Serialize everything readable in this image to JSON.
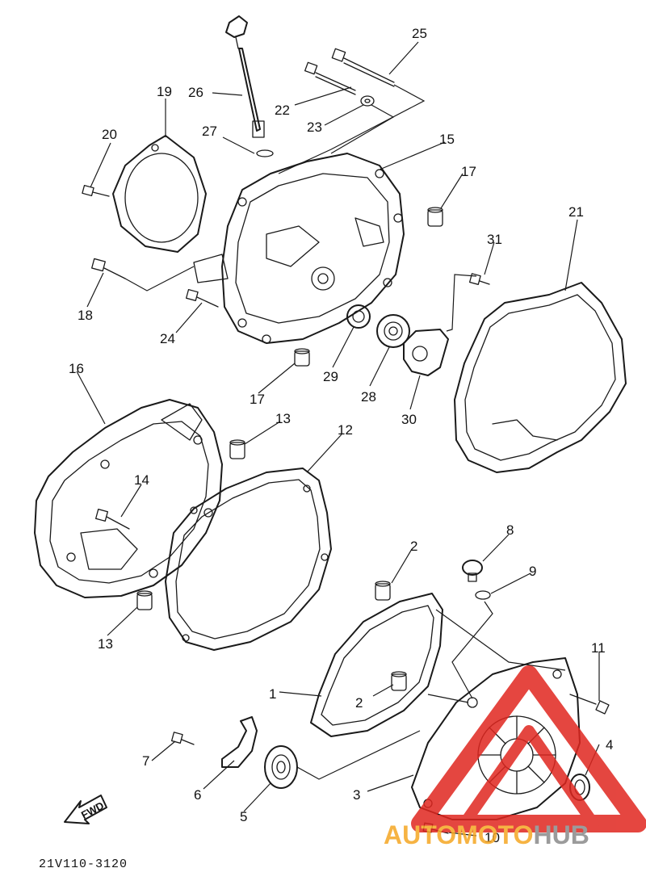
{
  "diagram": {
    "part_numbers": [
      "1",
      "2",
      "3",
      "4",
      "5",
      "6",
      "7",
      "8",
      "9",
      "10",
      "11",
      "12",
      "13",
      "14",
      "15",
      "16",
      "17",
      "18",
      "19",
      "20",
      "21",
      "22",
      "23",
      "24",
      "25",
      "26",
      "27",
      "28",
      "29",
      "30",
      "31"
    ],
    "fwd_label": "FWD",
    "drawing_code": "21V110-3120"
  },
  "watermark": {
    "word_orange": "AUTOMOTO",
    "word_gray": "HUB",
    "colors": {
      "triangle": "#e0261f",
      "orange": "#f5a623",
      "gray": "#8a8a8a"
    }
  }
}
